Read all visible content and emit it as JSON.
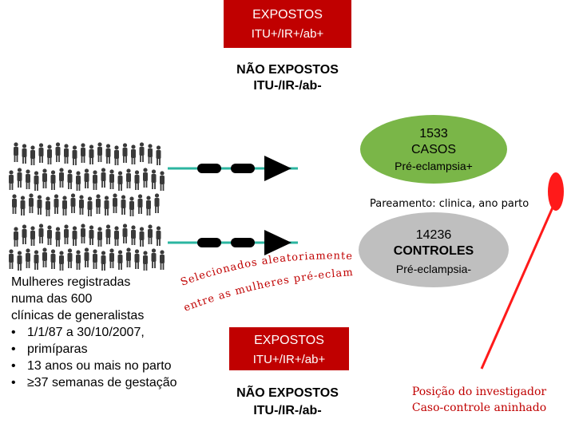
{
  "top": {
    "exposed_title": "EXPOSTOS",
    "exposed_sub": "ITU+/IR+/ab+",
    "unexposed_title": "NÃO EXPOSTOS",
    "unexposed_sub": "ITU-/IR-/ab-"
  },
  "cases": {
    "count": "1533",
    "label": "CASOS",
    "sub": "Pré-eclampsia+"
  },
  "pareamento": "Pareamento: clinica, ano parto",
  "controls": {
    "count": "14236",
    "label": "CONTROLES",
    "sub": "Pré-eclampsia-"
  },
  "arc_text": {
    "line1": "Selecionados aleatoriamente",
    "line2": "entre as mulheres pré-eclampsia-"
  },
  "left_list": {
    "line1": "Mulheres registradas",
    "line2": "numa das 600",
    "line3": "clínicas de generalistas",
    "items": [
      "1/1/87 a 30/10/2007,",
      "primíparas",
      "13 anos ou mais no parto",
      "≥37 semanas de gestação"
    ],
    "bullet": "•"
  },
  "bottom": {
    "exposed_title": "EXPOSTOS",
    "exposed_sub": "ITU+/IR+/ab+",
    "unexposed_title": "NÃO EXPOSTOS",
    "unexposed_sub": "ITU-/IR-/ab-"
  },
  "investigator": {
    "line1": "Posição do investigador",
    "line2": "Caso-controle aninhado"
  },
  "colors": {
    "red": "#c00000",
    "green_ellipse": "#7ab648",
    "grey_ellipse": "#bfbfbf",
    "teal_line": "#2bb5a0",
    "marker_red": "#ff1a1a"
  },
  "icons": {
    "crowd": "people-crowd-icon",
    "arrow": "arrow-right-icon",
    "marker": "investigator-marker-icon"
  }
}
